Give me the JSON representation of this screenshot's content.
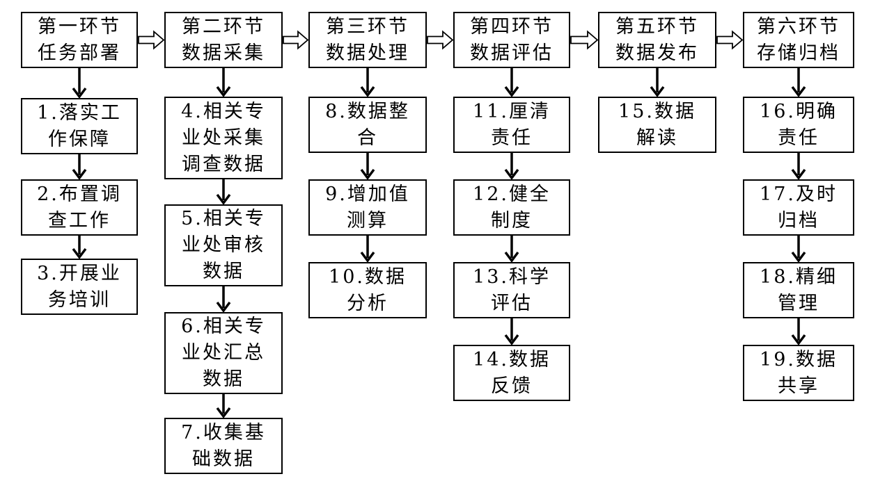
{
  "stages": [
    {
      "lines": [
        "第一环节",
        "任务部署"
      ],
      "steps": [
        {
          "lines": [
            "1.落实工",
            "作保障"
          ]
        },
        {
          "lines": [
            "2.布置调",
            "查工作"
          ]
        },
        {
          "lines": [
            "3.开展业",
            "务培训"
          ]
        }
      ]
    },
    {
      "lines": [
        "第二环节",
        "数据采集"
      ],
      "steps": [
        {
          "lines": [
            "4.相关专",
            "业处采集",
            "调查数据"
          ]
        },
        {
          "lines": [
            "5.相关专",
            "业处审核",
            "数据"
          ]
        },
        {
          "lines": [
            "6.相关专",
            "业处汇总",
            "数据"
          ]
        },
        {
          "lines": [
            "7.收集基",
            "础数据"
          ]
        }
      ]
    },
    {
      "lines": [
        "第三环节",
        "数据处理"
      ],
      "steps": [
        {
          "lines": [
            "8.数据整",
            "合"
          ]
        },
        {
          "lines": [
            "9.增加值",
            "测算"
          ]
        },
        {
          "lines": [
            "10.数据",
            "分析"
          ]
        }
      ]
    },
    {
      "lines": [
        "第四环节",
        "数据评估"
      ],
      "steps": [
        {
          "lines": [
            "11.厘清",
            "责任"
          ]
        },
        {
          "lines": [
            "12.健全",
            "制度"
          ]
        },
        {
          "lines": [
            "13.科学",
            "评估"
          ]
        },
        {
          "lines": [
            "14.数据",
            "反馈"
          ]
        }
      ]
    },
    {
      "lines": [
        "第五环节",
        "数据发布"
      ],
      "steps": [
        {
          "lines": [
            "15.数据",
            "解读"
          ]
        }
      ]
    },
    {
      "lines": [
        "第六环节",
        "存储归档"
      ],
      "steps": [
        {
          "lines": [
            "16.明确",
            "责任"
          ]
        },
        {
          "lines": [
            "17.及时",
            "归档"
          ]
        },
        {
          "lines": [
            "18.精细",
            "管理"
          ]
        },
        {
          "lines": [
            "19.数据",
            "共享"
          ]
        }
      ]
    }
  ]
}
